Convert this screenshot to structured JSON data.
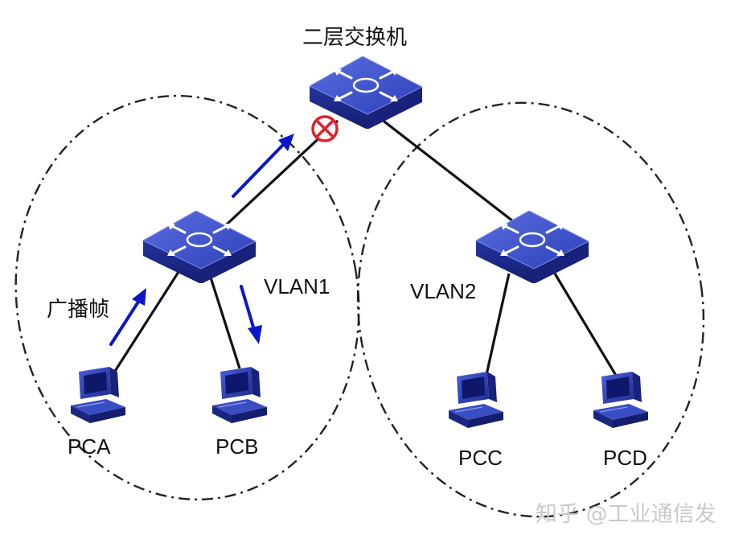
{
  "title": "二层交换机",
  "broadcast_label": "广播帧",
  "vlans": [
    {
      "label": "VLAN1"
    },
    {
      "label": "VLAN2"
    }
  ],
  "hosts": [
    {
      "label": "PCA"
    },
    {
      "label": "PCB"
    },
    {
      "label": "PCC"
    },
    {
      "label": "PCD"
    }
  ],
  "watermark": "知乎 @工业通信发",
  "colors": {
    "switch_top": "#3b50c8",
    "switch_side": "#1a2580",
    "pc_body": "#2c3fb0",
    "arrow": "#0a17c8",
    "block_marker": "#e0212b",
    "link": "#111111",
    "vlan_boundary": "#222222"
  },
  "icons": {
    "switch": "network-switch-icon",
    "pc": "desktop-computer-icon",
    "block": "no-entry-icon"
  }
}
